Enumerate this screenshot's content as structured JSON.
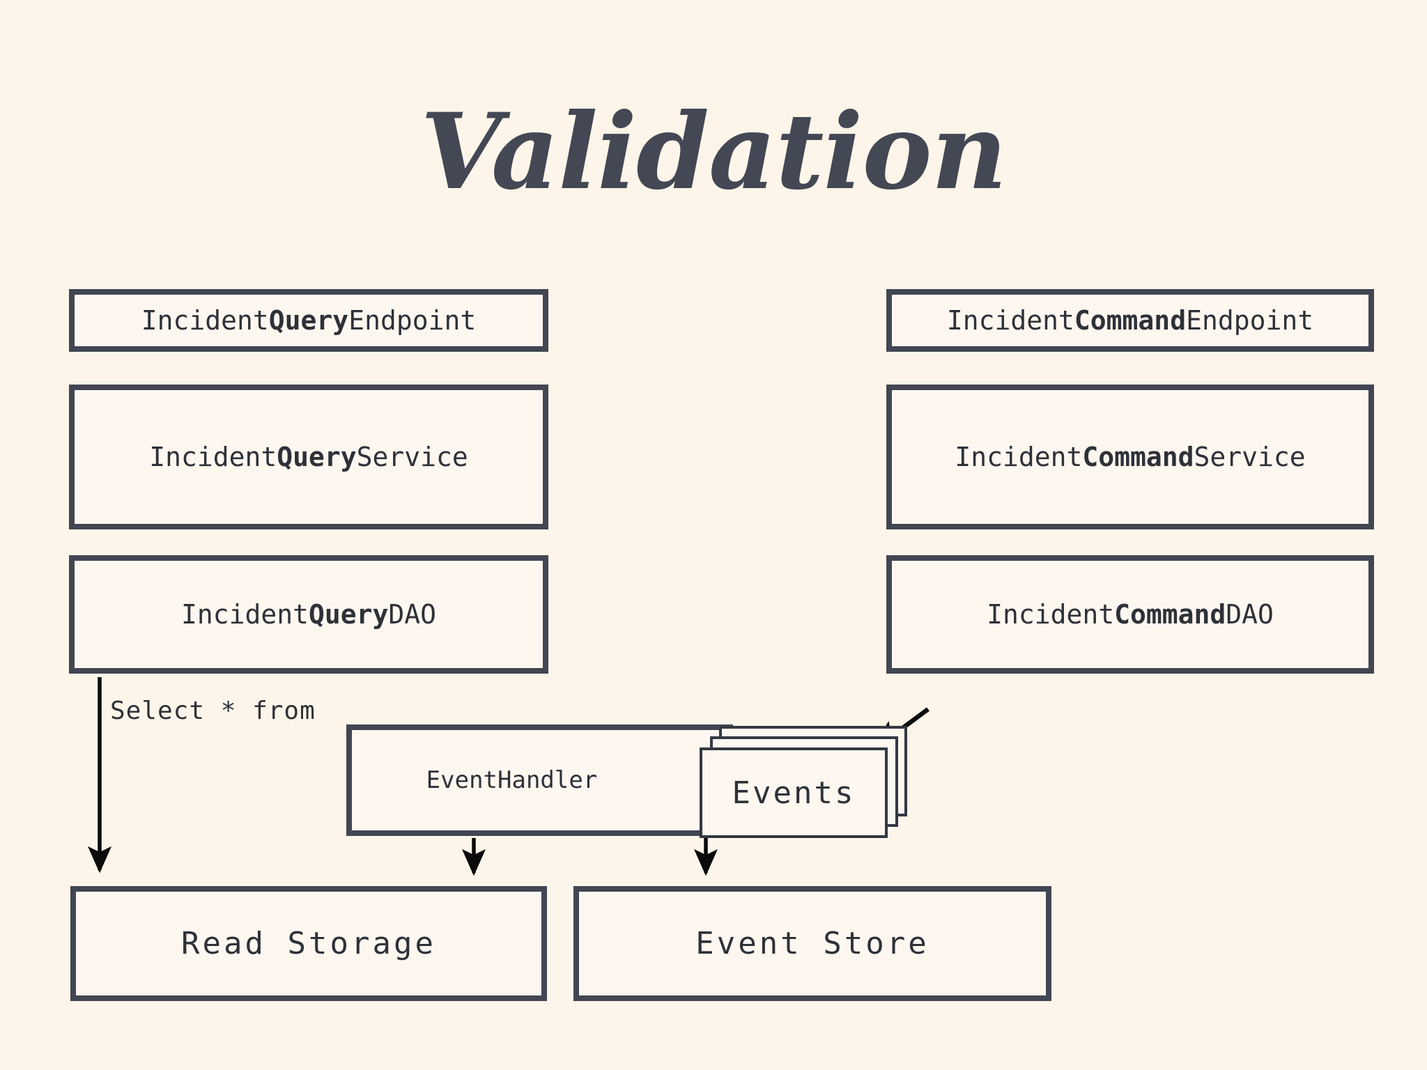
{
  "page": {
    "title": "Validation",
    "background_color": "#fdf5e9",
    "ink_color": "#414652",
    "box_fill_color": "#fdf7f0",
    "text_color": "#2f3138"
  },
  "query_column": {
    "endpoint": {
      "prefix": "Incident",
      "emphasis": "Query",
      "suffix": "Endpoint"
    },
    "service": {
      "prefix": "Incident",
      "emphasis": "Query",
      "suffix": "Service"
    },
    "dao": {
      "prefix": "Incident",
      "emphasis": "Query",
      "suffix": "DAO"
    }
  },
  "command_column": {
    "endpoint": {
      "prefix": "Incident",
      "emphasis": "Command",
      "suffix": "Endpoint"
    },
    "service": {
      "prefix": "Incident",
      "emphasis": "Command",
      "suffix": "Service"
    },
    "dao": {
      "prefix": "Incident",
      "emphasis": "Command",
      "suffix": "DAO"
    }
  },
  "middle": {
    "event_handler": "EventHandler",
    "events_stack": "Events",
    "events_stack_count": 3
  },
  "storage": {
    "read_storage": "Read Storage",
    "event_store": "Event Store"
  },
  "edges": {
    "select_from_label": "Select * from"
  }
}
